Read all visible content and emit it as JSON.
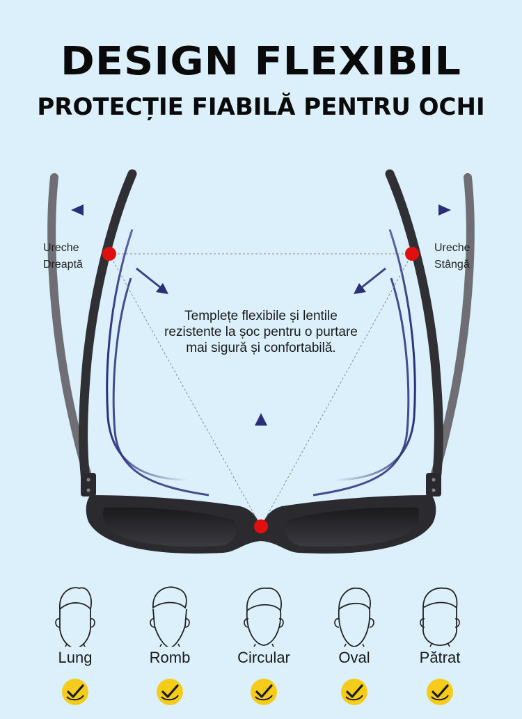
{
  "header": {
    "title": "DESIGN FLEXIBIL",
    "subtitle": "PROTECȚIE FIABILĂ PENTRU OCHI"
  },
  "labels": {
    "right_ear": [
      "Ureche",
      "Dreaptă"
    ],
    "left_ear": [
      "Ureche",
      "Stângă"
    ],
    "description": "Templețe flexibile și lentile rezistente la șoc pentru o purtare mai sigură și confortabilă."
  },
  "face_shapes": [
    {
      "label": "Lung"
    },
    {
      "label": "Romb"
    },
    {
      "label": "Circular"
    },
    {
      "label": "Oval"
    },
    {
      "label": "Pătrat"
    }
  ],
  "colors": {
    "background": "#dcf0fb",
    "arrow": "#2a2f7a",
    "marker": "#e01010",
    "frame": "#2b2b2f",
    "check_badge": "#f5cc1a"
  },
  "icons": {
    "face": "face-outline-icon",
    "check": "check-badge-icon"
  }
}
